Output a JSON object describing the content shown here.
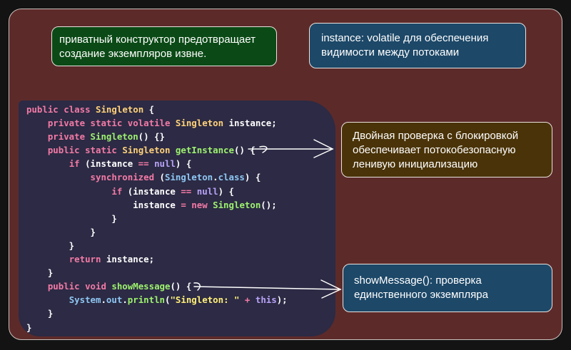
{
  "callouts": {
    "private_constructor": "приватный конструктор предотвращает\nсоздание экземпляров извне.",
    "volatile_instance": "instance: volatile для обеспечения\nвидимости между потоками",
    "double_checked_locking": "Двойная проверка с блокировкой\nобеспечивает потокобезопасную\nленивую инициализацию",
    "show_message": "showMessage(): проверка\nединственного экземпляра"
  },
  "code": {
    "lines": [
      [
        {
          "t": "public",
          "c": "kw"
        },
        {
          "t": " "
        },
        {
          "t": "class",
          "c": "kw"
        },
        {
          "t": " "
        },
        {
          "t": "Singleton",
          "c": "ty"
        },
        {
          "t": " {"
        }
      ],
      [
        {
          "t": "    "
        },
        {
          "t": "private",
          "c": "kw"
        },
        {
          "t": " "
        },
        {
          "t": "static",
          "c": "kw"
        },
        {
          "t": " "
        },
        {
          "t": "volatile",
          "c": "kw"
        },
        {
          "t": " "
        },
        {
          "t": "Singleton",
          "c": "ty"
        },
        {
          "t": " instance;"
        }
      ],
      [
        {
          "t": "    "
        },
        {
          "t": "private",
          "c": "kw"
        },
        {
          "t": " "
        },
        {
          "t": "Singleton",
          "c": "fn"
        },
        {
          "t": "() {}"
        }
      ],
      [
        {
          "t": "    "
        },
        {
          "t": "public",
          "c": "kw"
        },
        {
          "t": " "
        },
        {
          "t": "static",
          "c": "kw"
        },
        {
          "t": " "
        },
        {
          "t": "Singleton",
          "c": "ty"
        },
        {
          "t": " "
        },
        {
          "t": "getInstance",
          "c": "fn"
        },
        {
          "t": "() {"
        }
      ],
      [
        {
          "t": "        "
        },
        {
          "t": "if",
          "c": "kw"
        },
        {
          "t": " (instance "
        },
        {
          "t": "==",
          "c": "kw"
        },
        {
          "t": " "
        },
        {
          "t": "null",
          "c": "lit"
        },
        {
          "t": ") {"
        }
      ],
      [
        {
          "t": "            "
        },
        {
          "t": "synchronized",
          "c": "kw"
        },
        {
          "t": " ("
        },
        {
          "t": "Singleton",
          "c": "cls"
        },
        {
          "t": "."
        },
        {
          "t": "class",
          "c": "cls"
        },
        {
          "t": ") {"
        }
      ],
      [
        {
          "t": "                "
        },
        {
          "t": "if",
          "c": "kw"
        },
        {
          "t": " (instance "
        },
        {
          "t": "==",
          "c": "kw"
        },
        {
          "t": " "
        },
        {
          "t": "null",
          "c": "lit"
        },
        {
          "t": ") {"
        }
      ],
      [
        {
          "t": "                    instance "
        },
        {
          "t": "=",
          "c": "kw"
        },
        {
          "t": " "
        },
        {
          "t": "new",
          "c": "kw"
        },
        {
          "t": " "
        },
        {
          "t": "Singleton",
          "c": "fn"
        },
        {
          "t": "();"
        }
      ],
      [
        {
          "t": "                }"
        }
      ],
      [
        {
          "t": "            }"
        }
      ],
      [
        {
          "t": "        }"
        }
      ],
      [
        {
          "t": "        "
        },
        {
          "t": "return",
          "c": "kw"
        },
        {
          "t": " instance;"
        }
      ],
      [
        {
          "t": "    }"
        }
      ],
      [
        {
          "t": "    "
        },
        {
          "t": "public",
          "c": "kw"
        },
        {
          "t": " "
        },
        {
          "t": "void",
          "c": "kw"
        },
        {
          "t": " "
        },
        {
          "t": "showMessage",
          "c": "fn"
        },
        {
          "t": "() {"
        }
      ],
      [
        {
          "t": "        "
        },
        {
          "t": "System",
          "c": "cls"
        },
        {
          "t": "."
        },
        {
          "t": "out",
          "c": "cls"
        },
        {
          "t": "."
        },
        {
          "t": "println",
          "c": "fn"
        },
        {
          "t": "("
        },
        {
          "t": "\"Singleton: \"",
          "c": "str"
        },
        {
          "t": " "
        },
        {
          "t": "+",
          "c": "kw"
        },
        {
          "t": " "
        },
        {
          "t": "this",
          "c": "lit"
        },
        {
          "t": ");"
        }
      ],
      [
        {
          "t": "    }"
        }
      ],
      [
        {
          "t": "}"
        }
      ]
    ]
  },
  "colors": {
    "background": "#5d2a2a",
    "callout_green": "#0b4a16",
    "callout_blue": "#1d4868",
    "callout_olive": "#4a3308",
    "code_panel": "#2c2a44"
  }
}
